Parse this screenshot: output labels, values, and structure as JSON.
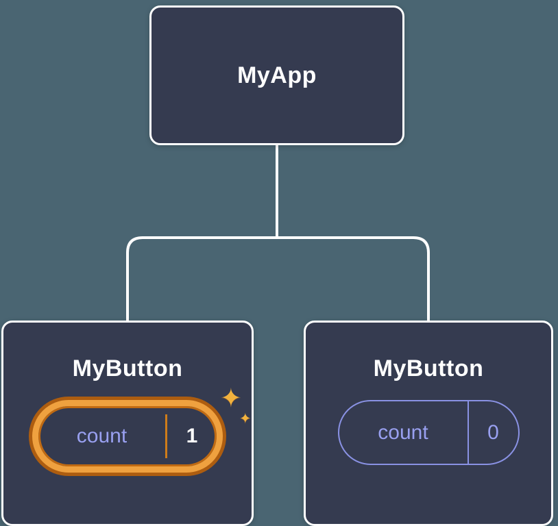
{
  "nodes": {
    "root": {
      "label": "MyApp"
    },
    "left_button": {
      "label": "MyButton",
      "state": {
        "key": "count",
        "value": "1"
      },
      "highlighted": true
    },
    "right_button": {
      "label": "MyButton",
      "state": {
        "key": "count",
        "value": "0"
      },
      "highlighted": false
    }
  },
  "icons": {
    "sparkle": "✦"
  },
  "colors": {
    "background": "#4a6572",
    "node_fill": "#353b50",
    "node_border": "#ffffff",
    "accent_lavender": "#8a92e4",
    "highlight_orange": "#efa13f",
    "highlight_orange_dark": "#ad5d10",
    "sparkle_gold": "#f2b23e",
    "text_white": "#ffffff"
  }
}
